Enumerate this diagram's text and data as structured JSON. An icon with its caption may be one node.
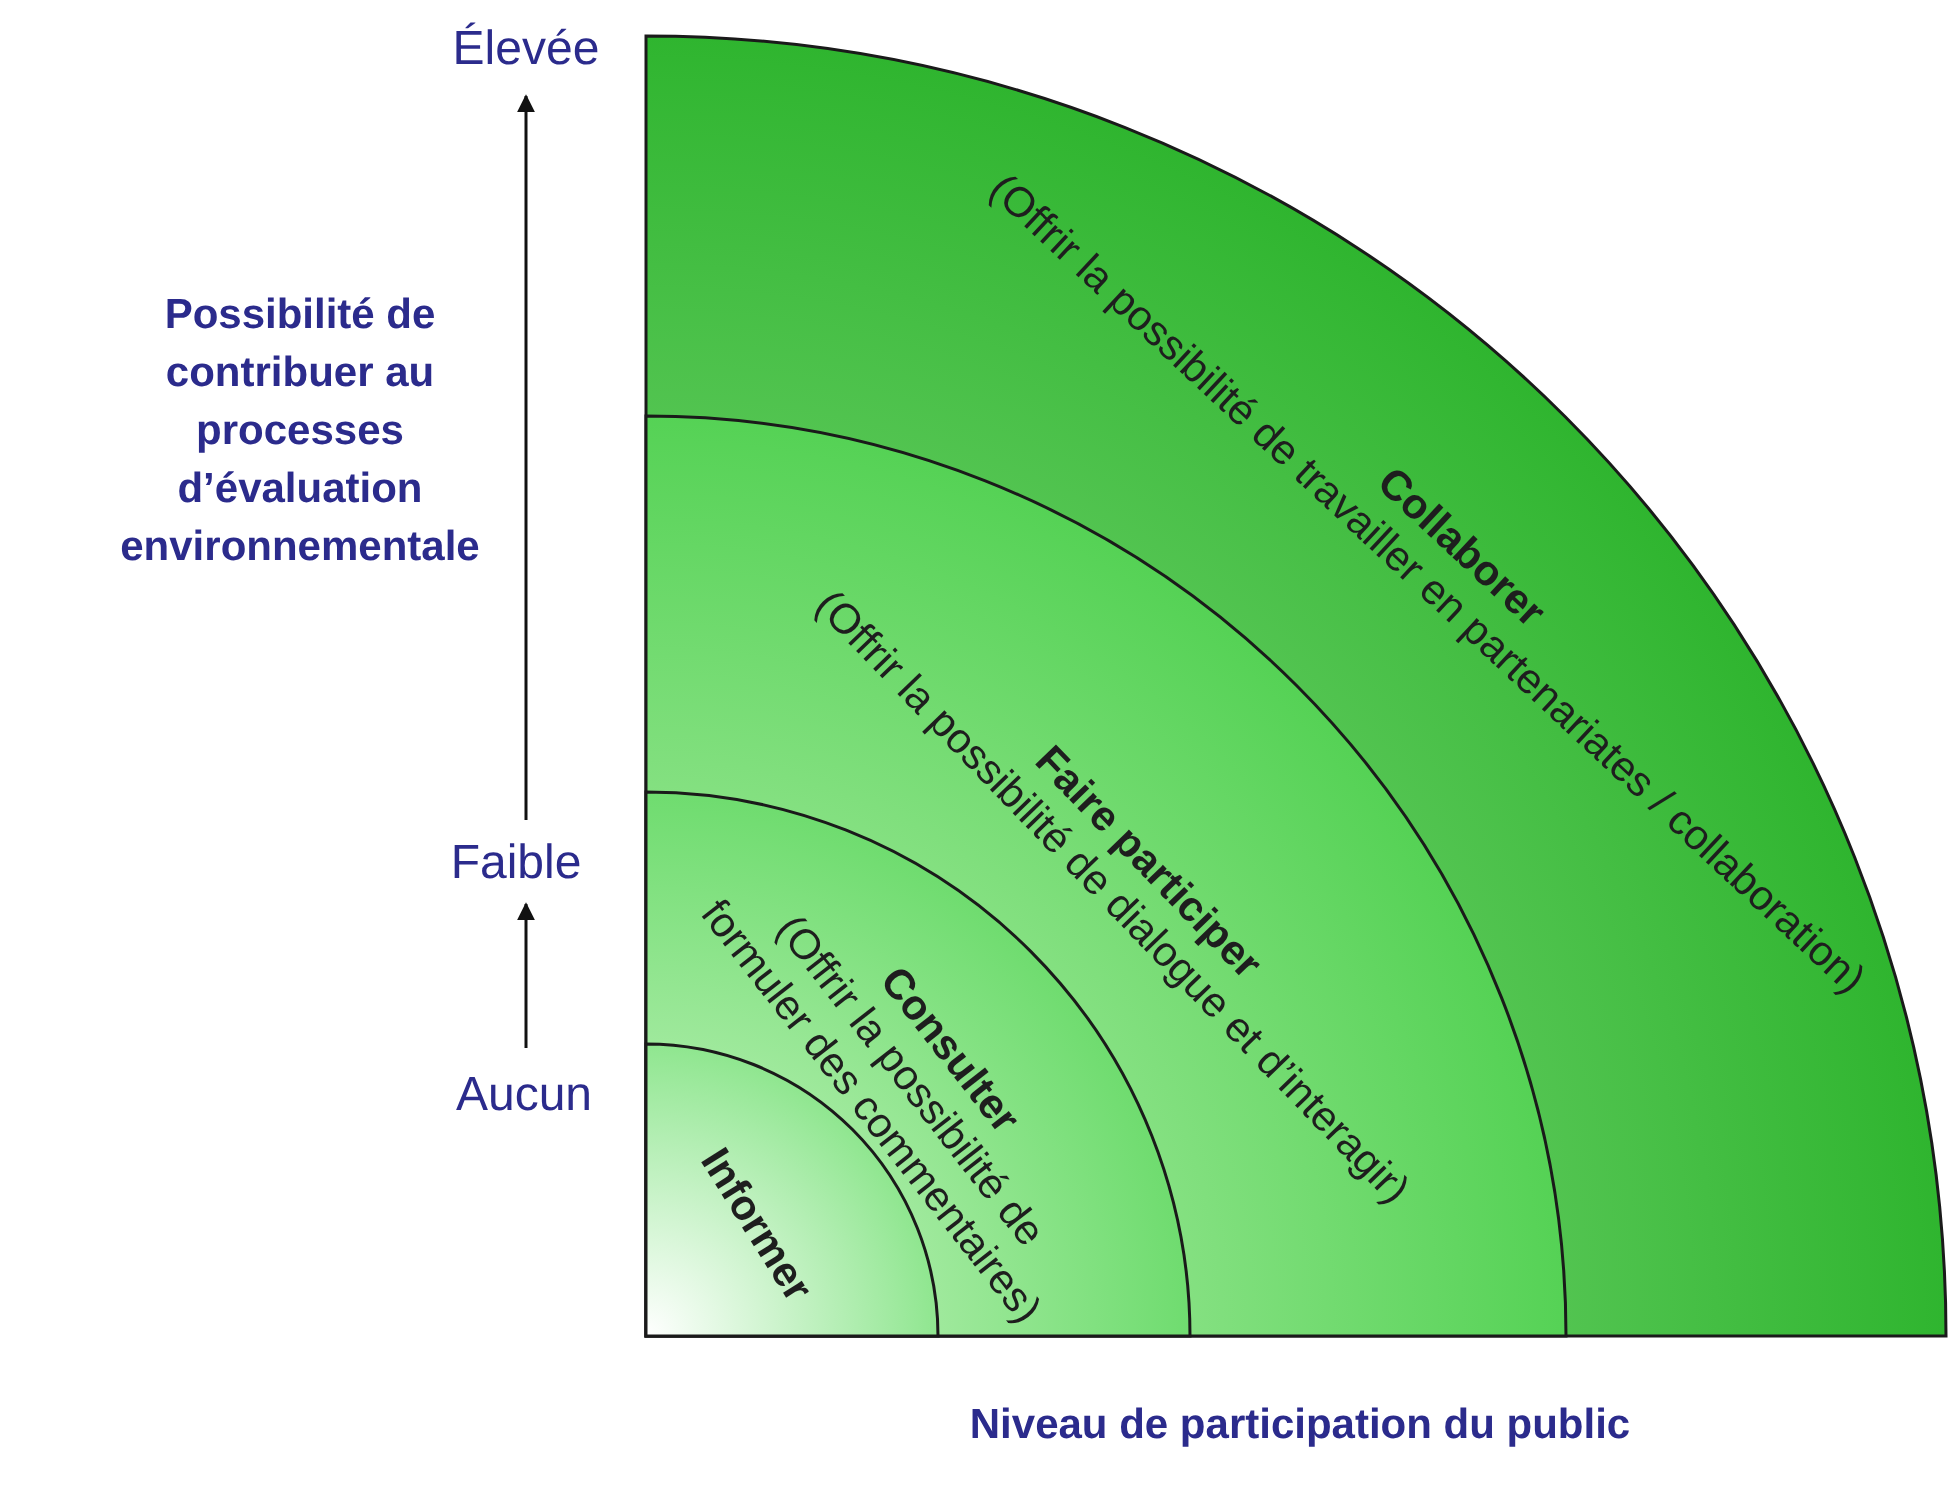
{
  "diagram": {
    "nodes": [
      {
        "text": [
          "Collaborer",
          "(Offrir la possibilité de travailler en partenariates / collaboration)"
        ]
      },
      {
        "text": [
          "Faire participer",
          "(Offrir la possibilité de dialogue et d’interagir)"
        ],
        "in": 0
      },
      {
        "text": [
          "Consulter",
          "(Offrir la possibilité de formuler des commentaires)"
        ],
        "in": 1
      },
      {
        "text": [
          "Informer"
        ],
        "in": 2
      }
    ],
    "edges": [],
    "labels": [
      "Élevée",
      "Possibilité de contribuer au processes d’évaluation environnementale",
      "Faible",
      "Aucun",
      "Niveau de participation du public"
    ]
  }
}
